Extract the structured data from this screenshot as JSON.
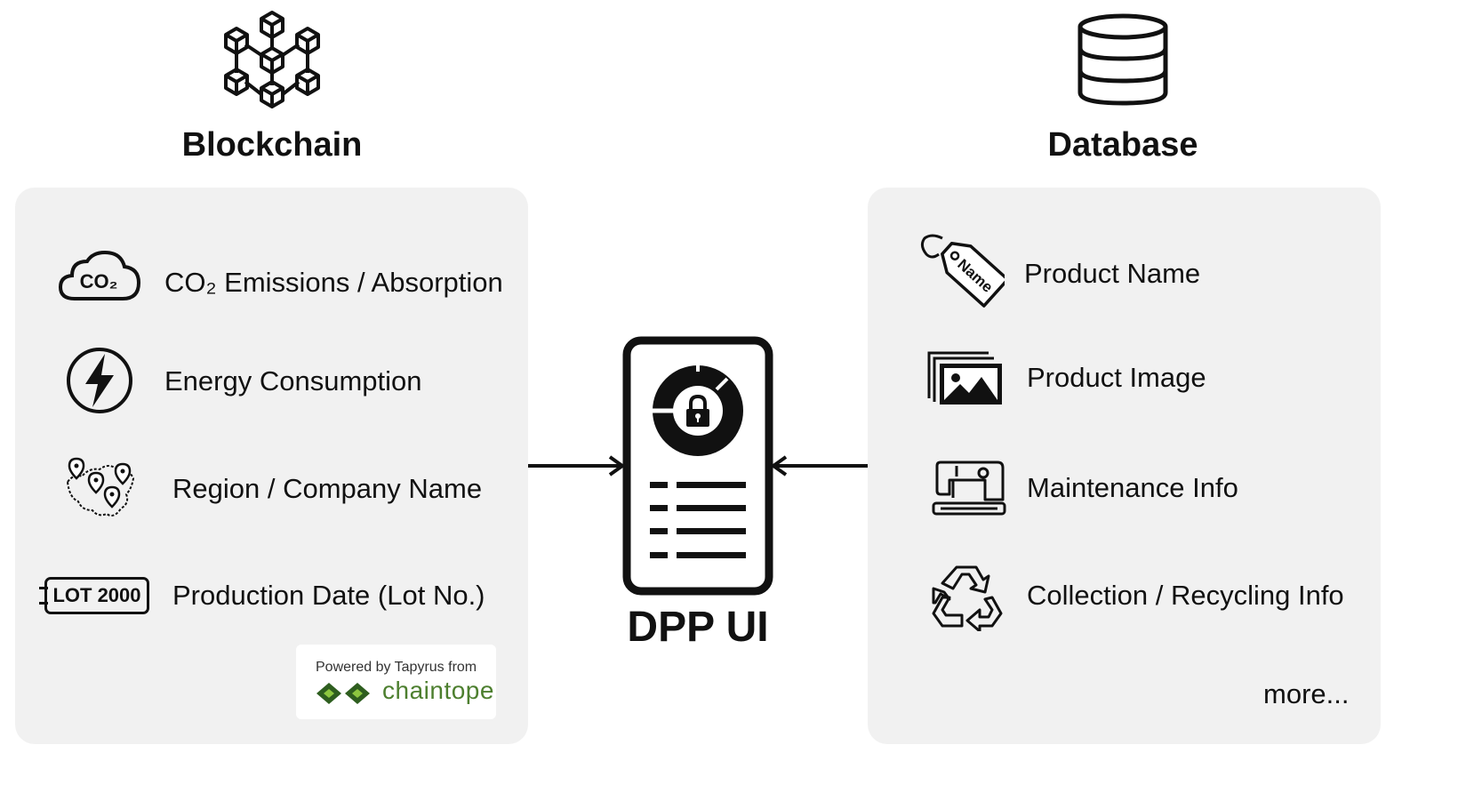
{
  "blockchain": {
    "heading": "Blockchain",
    "items": [
      {
        "label": "CO₂ Emissions / Absorption",
        "icon": "co2-cloud-icon",
        "icon_text": "CO₂"
      },
      {
        "label": "Energy Consumption",
        "icon": "lightning-bolt-icon"
      },
      {
        "label": "Region / Company Name",
        "icon": "map-pins-icon"
      },
      {
        "label": "Production Date (Lot No.)",
        "icon": "lot-tag-icon",
        "icon_text": "LOT 2000"
      }
    ],
    "powered_by": {
      "text": "Powered by Tapyrus from",
      "brand": "chaintope",
      "brand_color": "#4d7f2f"
    }
  },
  "database": {
    "heading": "Database",
    "items": [
      {
        "label": "Product Name",
        "icon": "name-tag-icon",
        "icon_text": "Name"
      },
      {
        "label": "Product Image",
        "icon": "image-gallery-icon"
      },
      {
        "label": "Maintenance Info",
        "icon": "sewing-machine-icon"
      },
      {
        "label": "Collection / Recycling Info",
        "icon": "recycle-icon"
      }
    ],
    "more": "more..."
  },
  "center": {
    "label": "DPP UI",
    "icon": "phone-lock-list-icon"
  },
  "colors": {
    "panel": "#f1f1f1",
    "ink": "#111111"
  }
}
